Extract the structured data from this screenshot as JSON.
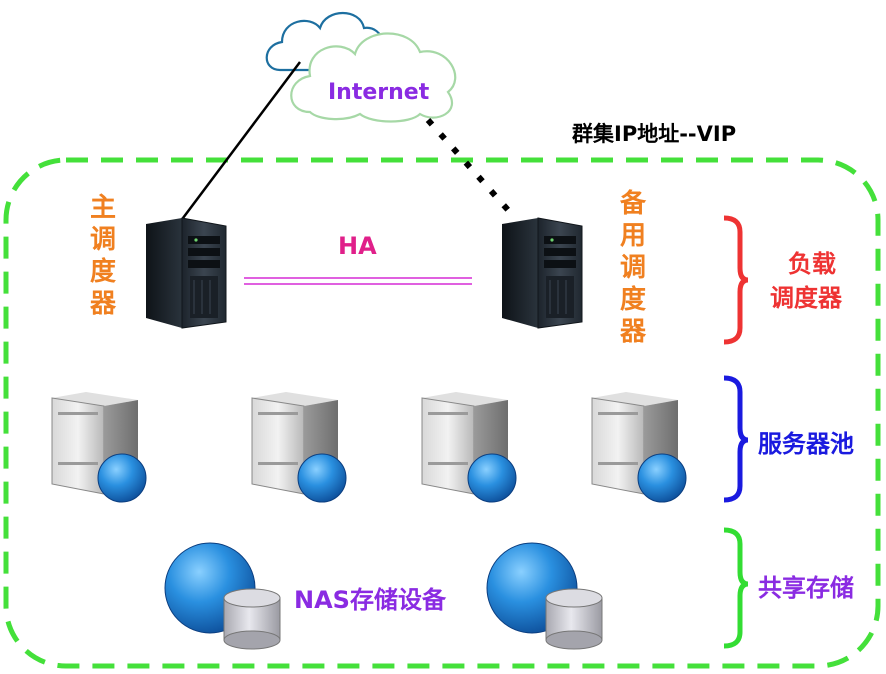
{
  "internet_label": "Internet",
  "cluster_vip_label": "群集IP地址--VIP",
  "ha_label": "HA",
  "primary_scheduler_chars": [
    "主",
    "调",
    "度",
    "器"
  ],
  "backup_scheduler_chars": [
    "备",
    "用",
    "调",
    "度",
    "器"
  ],
  "load_scheduler_label_line1": "负载",
  "load_scheduler_label_line2": "调度器",
  "server_pool_label": "服务器池",
  "shared_storage_label": "共享存储",
  "nas_label": "NAS存储设备",
  "colors": {
    "dashed_border": "#44e03a",
    "internet_text": "#8a2be2",
    "scheduler_text": "#f08020",
    "ha_text": "#e0208a",
    "ha_line": "#e060e0",
    "load_brace": "#ee3333",
    "server_pool_brace": "#1a1adf",
    "storage_brace": "#33dd33"
  }
}
